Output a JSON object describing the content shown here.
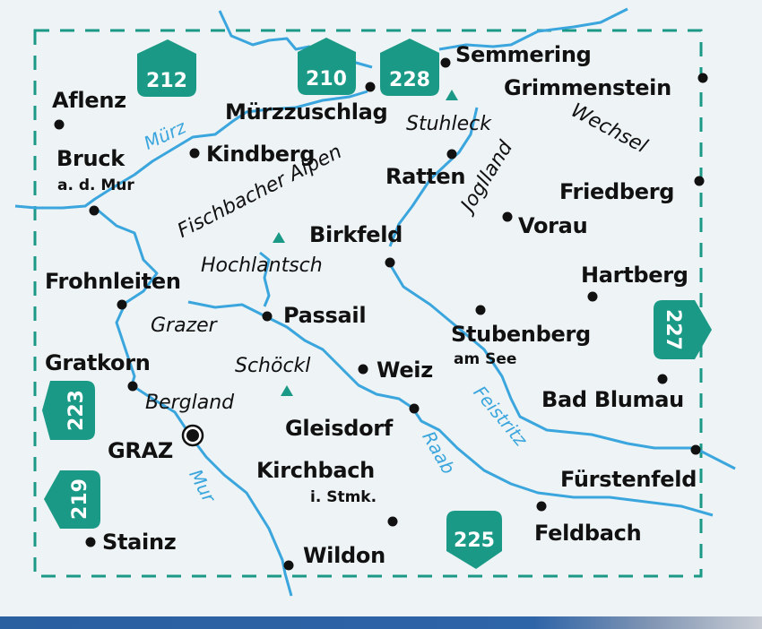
{
  "map": {
    "colors": {
      "background": "#eef3f5",
      "frame_dash": "#1a9a86",
      "badge": "#1a9a86",
      "river": "#3aa6dd",
      "text": "#111111"
    },
    "sheet_badges": [
      {
        "number": "212",
        "shape": "pentagon-up"
      },
      {
        "number": "210",
        "shape": "pentagon-up"
      },
      {
        "number": "228",
        "shape": "pentagon-up"
      },
      {
        "number": "227",
        "shape": "pentagon-right"
      },
      {
        "number": "223",
        "shape": "pentagon-left"
      },
      {
        "number": "219",
        "shape": "pentagon-left"
      },
      {
        "number": "225",
        "shape": "pentagon-down"
      }
    ],
    "towns": [
      {
        "name": "Semmering"
      },
      {
        "name": "Grimmenstein"
      },
      {
        "name": "Aflenz"
      },
      {
        "name": "Mürzzuschlag"
      },
      {
        "name": "Bruck",
        "sub": "a. d. Mur"
      },
      {
        "name": "Kindberg"
      },
      {
        "name": "Ratten"
      },
      {
        "name": "Friedberg"
      },
      {
        "name": "Vorau"
      },
      {
        "name": "Birkfeld"
      },
      {
        "name": "Hartberg"
      },
      {
        "name": "Frohnleiten"
      },
      {
        "name": "Passail"
      },
      {
        "name": "Stubenberg",
        "sub": "am See"
      },
      {
        "name": "Gratkorn"
      },
      {
        "name": "Weiz"
      },
      {
        "name": "Bad Blumau"
      },
      {
        "name": "GRAZ"
      },
      {
        "name": "Gleisdorf"
      },
      {
        "name": "Kirchbach",
        "sub": "i. Stmk."
      },
      {
        "name": "Fürstenfeld"
      },
      {
        "name": "Stainz"
      },
      {
        "name": "Wildon"
      },
      {
        "name": "Feldbach"
      }
    ],
    "regions": [
      {
        "name": "Stuhleck"
      },
      {
        "name": "Wechsel"
      },
      {
        "name": "Joglland"
      },
      {
        "name": "Fischbacher Alpen"
      },
      {
        "name": "Hochlantsch"
      },
      {
        "name": "Grazer"
      },
      {
        "name": "Schöckl"
      },
      {
        "name": "Bergland"
      }
    ],
    "rivers": [
      {
        "name": "Mürz"
      },
      {
        "name": "Mur"
      },
      {
        "name": "Raab"
      },
      {
        "name": "Feistritz"
      }
    ]
  }
}
